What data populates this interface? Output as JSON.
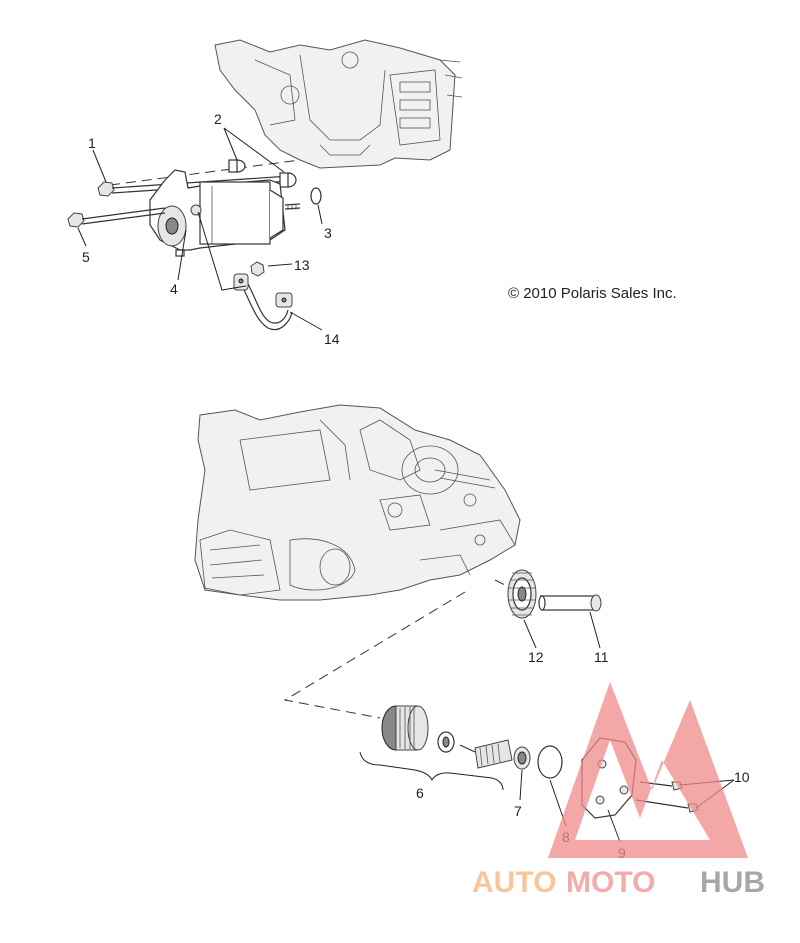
{
  "copyright": "© 2010 Polaris Sales Inc.",
  "callouts": {
    "c1": "1",
    "c2": "2",
    "c3": "3",
    "c4": "4",
    "c5": "5",
    "c6": "6",
    "c7": "7",
    "c8": "8",
    "c9": "9",
    "c10": "10",
    "c11": "11",
    "c12": "12",
    "c13": "13",
    "c14": "14"
  },
  "watermark": {
    "part1": "AUTO",
    "part2": "MOTO",
    "part3": "HUB",
    "colors": {
      "auto": "#f5b37a",
      "moto": "#ef8f8f",
      "hub": "#8a8a8a",
      "triangle": "#f08a8a"
    }
  }
}
